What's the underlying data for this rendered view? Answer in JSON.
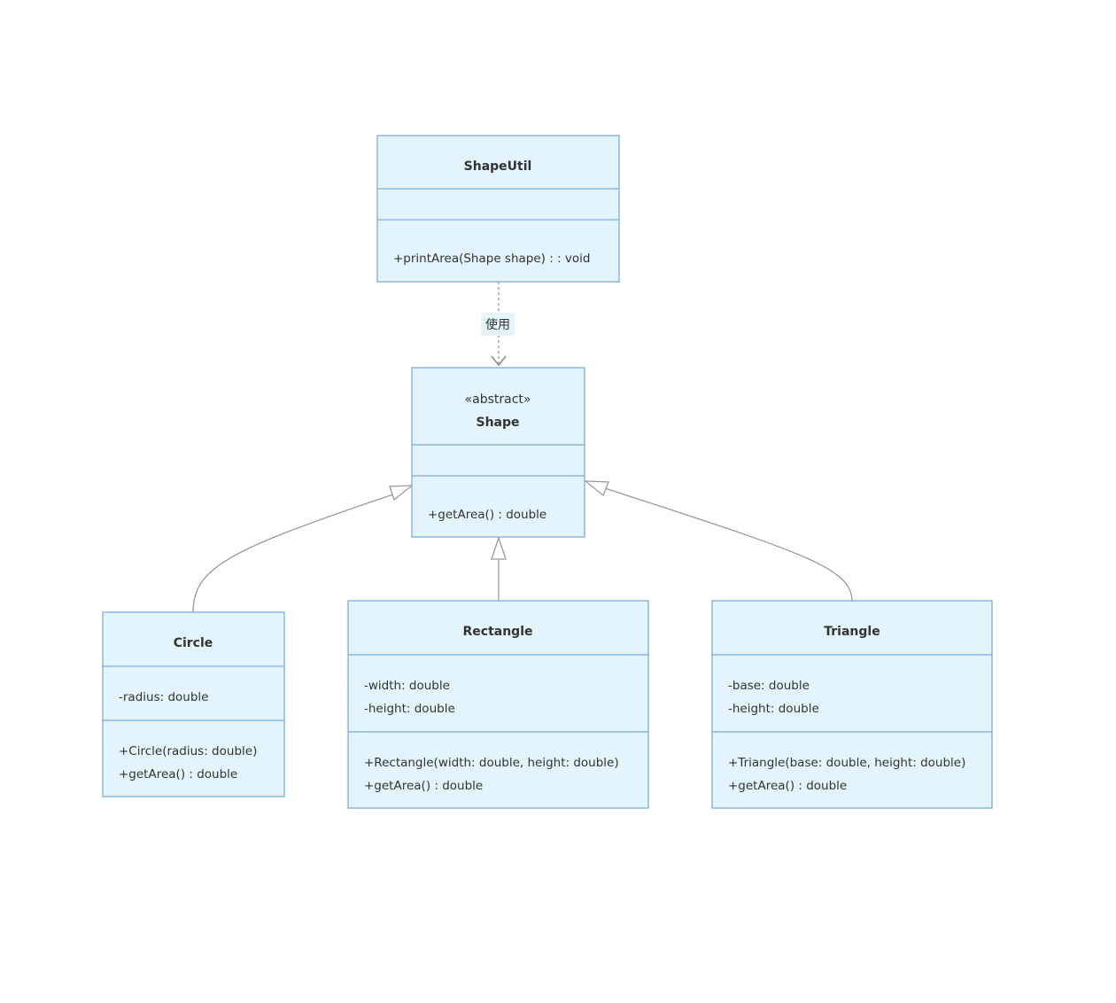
{
  "classes": {
    "shapeutil": {
      "name": "ShapeUtil",
      "attributes": [],
      "methods": [
        "+printArea(Shape shape) : : void"
      ]
    },
    "shape": {
      "stereotype": "«abstract»",
      "name": "Shape",
      "attributes": [],
      "methods": [
        "+getArea() : double"
      ]
    },
    "circle": {
      "name": "Circle",
      "attributes": [
        "-radius: double"
      ],
      "methods": [
        "+Circle(radius: double)",
        "+getArea() : double"
      ]
    },
    "rectangle": {
      "name": "Rectangle",
      "attributes": [
        "-width: double",
        "-height: double"
      ],
      "methods": [
        "+Rectangle(width: double, height: double)",
        "+getArea() : double"
      ]
    },
    "triangle": {
      "name": "Triangle",
      "attributes": [
        "-base: double",
        "-height: double"
      ],
      "methods": [
        "+Triangle(base: double, height: double)",
        "+getArea() : double"
      ]
    }
  },
  "relations": {
    "dependency": {
      "from": "ShapeUtil",
      "to": "Shape",
      "type": "dependency",
      "label": "使用"
    },
    "inherit_circle": {
      "from": "Circle",
      "to": "Shape",
      "type": "inheritance"
    },
    "inherit_rectangle": {
      "from": "Rectangle",
      "to": "Shape",
      "type": "inheritance"
    },
    "inherit_triangle": {
      "from": "Triangle",
      "to": "Shape",
      "type": "inheritance"
    }
  },
  "colors": {
    "class_fill": "#e3f4fc",
    "class_border": "#7aaedb",
    "relation_line": "#9a9a9a"
  }
}
